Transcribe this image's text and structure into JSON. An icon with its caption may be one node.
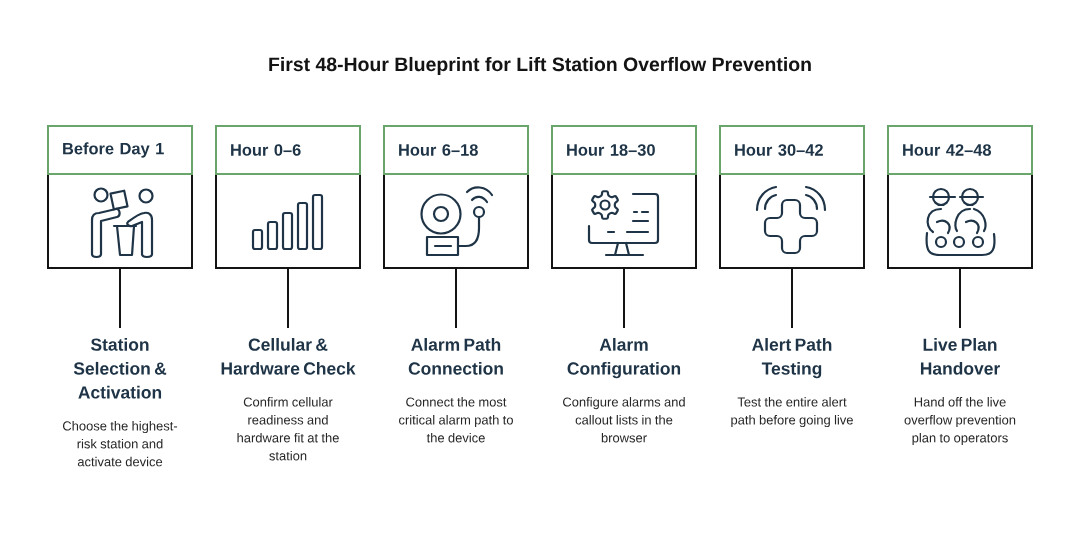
{
  "diagram": {
    "title": "First 48-Hour Blueprint for Lift Station Overflow Prevention",
    "nodes": [
      {
        "text": [
          "Before Day 1"
        ]
      },
      {
        "text": [
          "Station Selection & Activation",
          "Choose the highest-risk station and activate device"
        ]
      },
      {
        "text": [
          "Hour 0–6"
        ]
      },
      {
        "text": [
          "Cellular & Hardware Check",
          "Confirm cellular readiness and hardware fit at the station"
        ]
      },
      {
        "text": [
          "Hour 6–18"
        ]
      },
      {
        "text": [
          "Alarm Path Connection",
          "Connect the most critical alarm path to the device"
        ]
      },
      {
        "text": [
          "Hour 18–30"
        ]
      },
      {
        "text": [
          "Alarm Configuration",
          "Configure alarms and callout lists in the browser"
        ]
      },
      {
        "text": [
          "Hour 30–42"
        ]
      },
      {
        "text": [
          "Alert Path Testing",
          "Test the entire alert path before going live"
        ]
      },
      {
        "text": [
          "Hour 42–48"
        ]
      },
      {
        "text": [
          "Live Plan Handover",
          "Hand off the live overflow prevention plan to operators"
        ]
      }
    ],
    "edges": [
      {
        "from": 0,
        "to": 1,
        "arrow": "none"
      },
      {
        "from": 2,
        "to": 3,
        "arrow": "none"
      },
      {
        "from": 4,
        "to": 5,
        "arrow": "none"
      },
      {
        "from": 6,
        "to": 7,
        "arrow": "none"
      },
      {
        "from": 8,
        "to": 9,
        "arrow": "none"
      },
      {
        "from": 10,
        "to": 11,
        "arrow": "none"
      }
    ]
  }
}
